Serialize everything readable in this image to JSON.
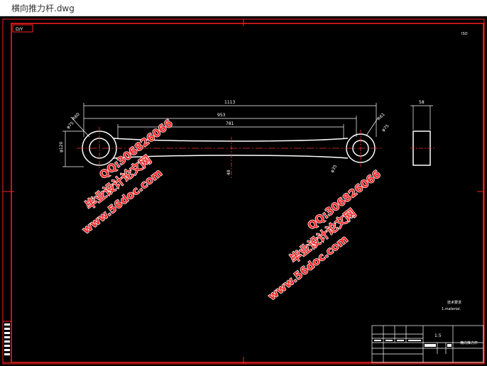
{
  "window": {
    "title": "横向推力杆.dwg"
  },
  "drawing": {
    "corner_label": "D/Y",
    "corner_label_right": "ISO",
    "dims": {
      "overall": "1113",
      "middle": "953",
      "inner": "781",
      "side_width": "58",
      "dia_left": "φ120",
      "dia_left_small": "φ75",
      "r_left": "R60",
      "r_right": "R61",
      "dia_right": "φ75",
      "dia_right2": "φ35",
      "center_mark": "48"
    },
    "notes": {
      "line1": "技术要求",
      "line2": "1.material."
    },
    "title_block": {
      "scale": "1:5",
      "name": "横向推力杆"
    }
  },
  "watermarks": {
    "site": "www.56doc.com",
    "qq": "QQ:306826066",
    "brand": "毕业设计论文网"
  },
  "colors": {
    "frame": "#ff2020",
    "part": "#ffffff",
    "center": "#ff3030",
    "dim": "#ffffff"
  }
}
